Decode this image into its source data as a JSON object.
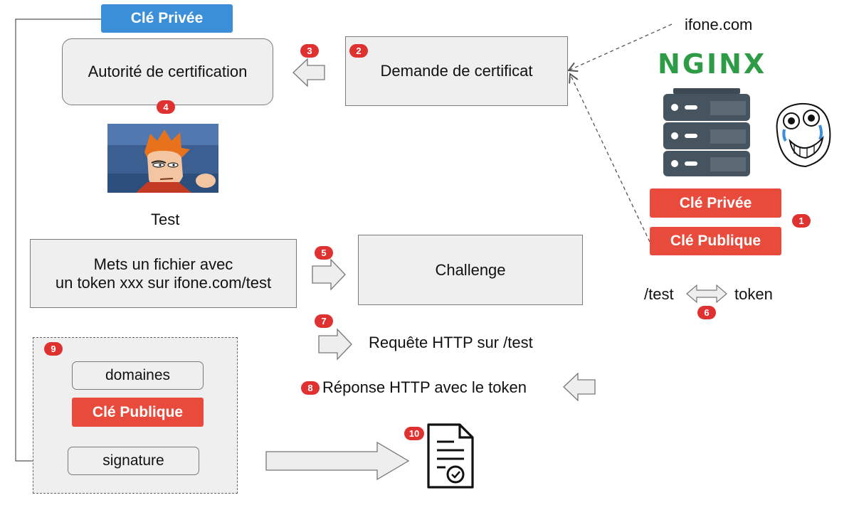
{
  "private_key_top": "Clé Privée",
  "ca_box": "Autorité de certification",
  "csr_box": "Demande de certificat",
  "domain_label": "ifone.com",
  "nginx_logo": "NGINX",
  "server_private_key": "Clé Privée",
  "server_public_key": "Clé Publique",
  "test_label": "Test",
  "instruction_line1": "Mets un fichier avec",
  "instruction_line2": "un token xxx sur ifone.com/test",
  "challenge_box": "Challenge",
  "path_label": "/test",
  "token_label": "token",
  "http_request": "Requête HTTP sur /test",
  "http_response": "Réponse HTTP avec le token",
  "cert_domains": "domaines",
  "cert_public_key": "Clé Publique",
  "cert_signature": "signature",
  "steps": [
    "1",
    "2",
    "3",
    "4",
    "5",
    "6",
    "7",
    "8",
    "9",
    "10"
  ],
  "colors": {
    "private_key_blue": "#3a8fd8",
    "key_red": "#e84a3c",
    "badge_red": "#e03131",
    "nginx_green": "#2e9b47"
  }
}
